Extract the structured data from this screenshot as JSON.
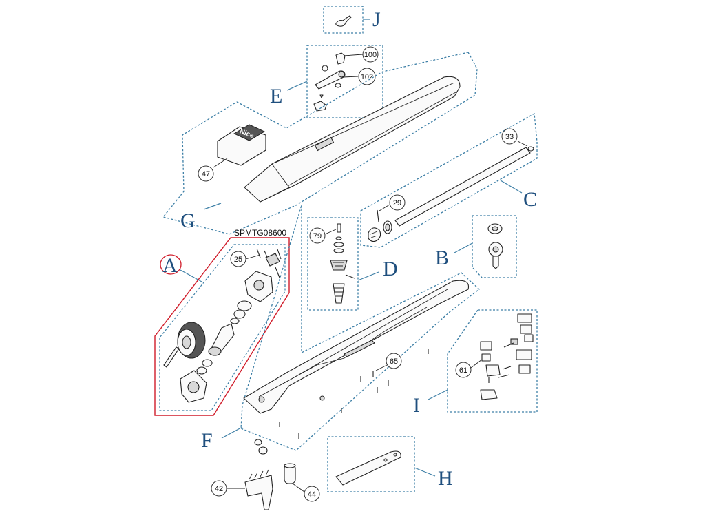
{
  "diagram": {
    "sheet_title": "",
    "kit_code": "SPMTG08600",
    "brand_mark": "Nice",
    "group_letters": {
      "A": "A",
      "B": "B",
      "C": "C",
      "D": "D",
      "E": "E",
      "F": "F",
      "G": "G",
      "H": "H",
      "I": "I",
      "J": "J"
    },
    "callouts": {
      "c100": "100",
      "c102": "102",
      "c33": "33",
      "c29": "29",
      "c47": "47",
      "c79": "79",
      "c25": "25",
      "c65": "65",
      "c61": "61",
      "c42": "42",
      "c44": "44"
    },
    "colors": {
      "group_border": "#3d7fa6",
      "highlight_border": "#d01c2a",
      "letters": "#1f4f7e",
      "line_art": "#222222"
    },
    "highlighted_group": "A"
  }
}
